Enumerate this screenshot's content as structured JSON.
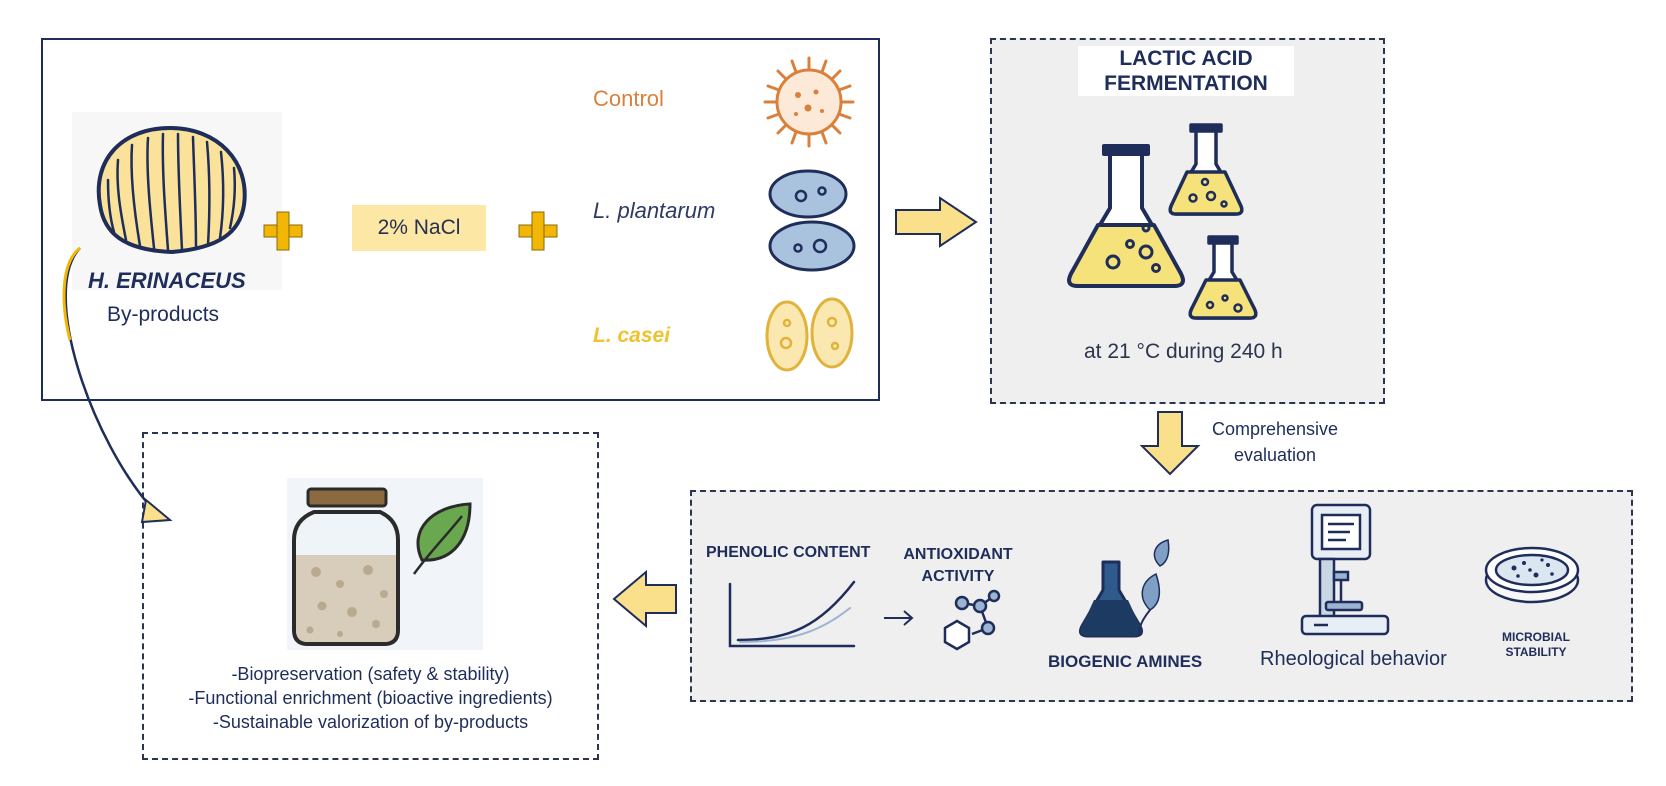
{
  "input": {
    "species": "H. ERINACEUS",
    "byproducts": "By-products",
    "salt": "2% NaCl",
    "treatments": [
      {
        "label": "Control",
        "color": "#d9813c"
      },
      {
        "label": "L. plantarum",
        "color": "#2e3a66"
      },
      {
        "label": "L. casei",
        "color": "#f0c230"
      }
    ]
  },
  "fermentation": {
    "title_line1": "LACTIC ACID",
    "title_line2": "FERMENTATION",
    "conditions": "at 21 °C during 240 h"
  },
  "evaluation": {
    "arrow_line1": "Comprehensive",
    "arrow_line2": "evaluation",
    "phenolic": "PHENOLIC CONTENT",
    "antioxidant_line1": "ANTIOXIDANT",
    "antioxidant_line2": "ACTIVITY",
    "biogenic": "BIOGENIC AMINES",
    "rheological": "Rheological behavior",
    "microbial_line1": "MICROBIAL",
    "microbial_line2": "STABILITY"
  },
  "outcomes": [
    "-Biopreservation (safety & stability)",
    "-Functional enrichment (bioactive ingredients)",
    "-Sustainable valorization of by-products"
  ],
  "colors": {
    "navy": "#1f2d5a",
    "yellow": "#fbe08c",
    "accent_yellow": "#f2b705",
    "orange": "#d9813c",
    "blue_cell": "#a9c3de",
    "panel_gray": "#efefef"
  }
}
